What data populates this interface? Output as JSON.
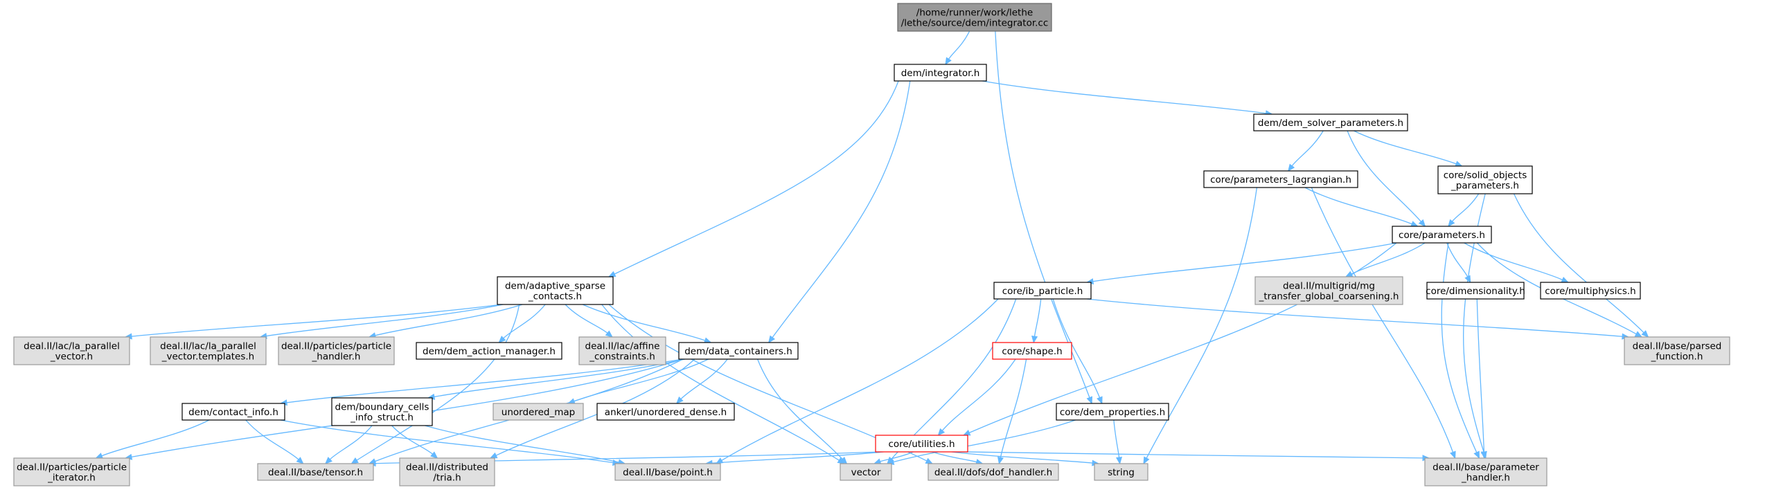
{
  "colors": {
    "edge": "#63b8ff",
    "root_fill": "#999999",
    "root_border": "#666666",
    "documented_fill": "#ffffff",
    "documented_border": "#000000",
    "external_fill": "#e0e0e0",
    "external_border": "#999999",
    "incomplete_border": "#ff0000"
  },
  "nodes": [
    {
      "id": "integrator_cc",
      "kind": "root",
      "lines": [
        "/home/runner/work/lethe",
        "/lethe/source/dem/integrator.cc"
      ]
    },
    {
      "id": "integrator_h",
      "kind": "documented",
      "lines": [
        "dem/integrator.h"
      ]
    },
    {
      "id": "dem_solver_parameters",
      "kind": "documented",
      "lines": [
        "dem/dem_solver_parameters.h"
      ]
    },
    {
      "id": "parameters_lagrangian",
      "kind": "documented",
      "lines": [
        "core/parameters_lagrangian.h"
      ]
    },
    {
      "id": "solid_objects_parameters",
      "kind": "documented",
      "lines": [
        "core/solid_objects",
        "_parameters.h"
      ]
    },
    {
      "id": "parameters",
      "kind": "documented",
      "lines": [
        "core/parameters.h"
      ]
    },
    {
      "id": "adaptive_sparse_contacts",
      "kind": "documented",
      "lines": [
        "dem/adaptive_sparse",
        "_contacts.h"
      ]
    },
    {
      "id": "ib_particle",
      "kind": "documented",
      "lines": [
        "core/ib_particle.h"
      ]
    },
    {
      "id": "mg_transfer",
      "kind": "external",
      "lines": [
        "deal.II/multigrid/mg",
        "_transfer_global_coarsening.h"
      ]
    },
    {
      "id": "dimensionality",
      "kind": "documented",
      "lines": [
        "core/dimensionality.h"
      ]
    },
    {
      "id": "multiphysics",
      "kind": "documented",
      "lines": [
        "core/multiphysics.h"
      ]
    },
    {
      "id": "la_parallel_vector",
      "kind": "external",
      "lines": [
        "deal.II/lac/la_parallel",
        "_vector.h"
      ]
    },
    {
      "id": "la_parallel_vector_templates",
      "kind": "external",
      "lines": [
        "deal.II/lac/la_parallel",
        "_vector.templates.h"
      ]
    },
    {
      "id": "particle_handler",
      "kind": "external",
      "lines": [
        "deal.II/particles/particle",
        "_handler.h"
      ]
    },
    {
      "id": "dem_action_manager",
      "kind": "documented",
      "lines": [
        "dem/dem_action_manager.h"
      ]
    },
    {
      "id": "affine_constraints",
      "kind": "external",
      "lines": [
        "deal.II/lac/affine",
        "_constraints.h"
      ]
    },
    {
      "id": "data_containers",
      "kind": "documented",
      "lines": [
        "dem/data_containers.h"
      ]
    },
    {
      "id": "shape",
      "kind": "incomplete",
      "lines": [
        "core/shape.h"
      ]
    },
    {
      "id": "parsed_function",
      "kind": "external",
      "lines": [
        "deal.II/base/parsed",
        "_function.h"
      ]
    },
    {
      "id": "contact_info",
      "kind": "documented",
      "lines": [
        "dem/contact_info.h"
      ]
    },
    {
      "id": "boundary_cells_info_struct",
      "kind": "documented",
      "lines": [
        "dem/boundary_cells",
        "_info_struct.h"
      ]
    },
    {
      "id": "unordered_map",
      "kind": "external",
      "lines": [
        "unordered_map"
      ]
    },
    {
      "id": "unordered_dense",
      "kind": "documented",
      "lines": [
        "ankerl/unordered_dense.h"
      ]
    },
    {
      "id": "utilities",
      "kind": "incomplete",
      "lines": [
        "core/utilities.h"
      ]
    },
    {
      "id": "dem_properties",
      "kind": "documented",
      "lines": [
        "core/dem_properties.h"
      ]
    },
    {
      "id": "particle_iterator",
      "kind": "external",
      "lines": [
        "deal.II/particles/particle",
        "_iterator.h"
      ]
    },
    {
      "id": "tensor",
      "kind": "external",
      "lines": [
        "deal.II/base/tensor.h"
      ]
    },
    {
      "id": "distributed_tria",
      "kind": "external",
      "lines": [
        "deal.II/distributed",
        "/tria.h"
      ]
    },
    {
      "id": "point",
      "kind": "external",
      "lines": [
        "deal.II/base/point.h"
      ]
    },
    {
      "id": "vector",
      "kind": "external",
      "lines": [
        "vector"
      ]
    },
    {
      "id": "dof_handler",
      "kind": "external",
      "lines": [
        "deal.II/dofs/dof_handler.h"
      ]
    },
    {
      "id": "string",
      "kind": "external",
      "lines": [
        "string"
      ]
    },
    {
      "id": "parameter_handler",
      "kind": "external",
      "lines": [
        "deal.II/base/parameter",
        "_handler.h"
      ]
    }
  ],
  "edges": [
    [
      "integrator_cc",
      "integrator_h"
    ],
    [
      "integrator_cc",
      "dem_properties"
    ],
    [
      "integrator_h",
      "dem_solver_parameters"
    ],
    [
      "integrator_h",
      "adaptive_sparse_contacts"
    ],
    [
      "integrator_h",
      "data_containers"
    ],
    [
      "dem_solver_parameters",
      "parameters_lagrangian"
    ],
    [
      "dem_solver_parameters",
      "solid_objects_parameters"
    ],
    [
      "dem_solver_parameters",
      "parameters"
    ],
    [
      "parameters_lagrangian",
      "parameters"
    ],
    [
      "parameters_lagrangian",
      "string"
    ],
    [
      "parameters_lagrangian",
      "parameter_handler"
    ],
    [
      "solid_objects_parameters",
      "parameters"
    ],
    [
      "solid_objects_parameters",
      "parsed_function"
    ],
    [
      "solid_objects_parameters",
      "parameter_handler"
    ],
    [
      "parameters",
      "ib_particle"
    ],
    [
      "parameters",
      "mg_transfer"
    ],
    [
      "parameters",
      "dimensionality"
    ],
    [
      "parameters",
      "multiphysics"
    ],
    [
      "parameters",
      "parsed_function"
    ],
    [
      "parameters",
      "parameter_handler"
    ],
    [
      "parameters",
      "utilities"
    ],
    [
      "dimensionality",
      "parameter_handler"
    ],
    [
      "adaptive_sparse_contacts",
      "la_parallel_vector"
    ],
    [
      "adaptive_sparse_contacts",
      "la_parallel_vector_templates"
    ],
    [
      "adaptive_sparse_contacts",
      "particle_handler"
    ],
    [
      "adaptive_sparse_contacts",
      "dem_action_manager"
    ],
    [
      "adaptive_sparse_contacts",
      "affine_constraints"
    ],
    [
      "adaptive_sparse_contacts",
      "data_containers"
    ],
    [
      "adaptive_sparse_contacts",
      "tensor"
    ],
    [
      "adaptive_sparse_contacts",
      "vector"
    ],
    [
      "adaptive_sparse_contacts",
      "dof_handler"
    ],
    [
      "ib_particle",
      "shape"
    ],
    [
      "ib_particle",
      "dem_properties"
    ],
    [
      "ib_particle",
      "parsed_function"
    ],
    [
      "ib_particle",
      "point"
    ],
    [
      "ib_particle",
      "vector"
    ],
    [
      "shape",
      "utilities"
    ],
    [
      "shape",
      "dof_handler"
    ],
    [
      "data_containers",
      "contact_info"
    ],
    [
      "data_containers",
      "boundary_cells_info_struct"
    ],
    [
      "data_containers",
      "unordered_map"
    ],
    [
      "data_containers",
      "unordered_dense"
    ],
    [
      "data_containers",
      "particle_iterator"
    ],
    [
      "data_containers",
      "tensor"
    ],
    [
      "data_containers",
      "distributed_tria"
    ],
    [
      "data_containers",
      "vector"
    ],
    [
      "contact_info",
      "particle_iterator"
    ],
    [
      "contact_info",
      "tensor"
    ],
    [
      "contact_info",
      "point"
    ],
    [
      "boundary_cells_info_struct",
      "tensor"
    ],
    [
      "boundary_cells_info_struct",
      "distributed_tria"
    ],
    [
      "boundary_cells_info_struct",
      "point"
    ],
    [
      "utilities",
      "tensor"
    ],
    [
      "utilities",
      "point"
    ],
    [
      "utilities",
      "vector"
    ],
    [
      "utilities",
      "dof_handler"
    ],
    [
      "utilities",
      "string"
    ],
    [
      "utilities",
      "parameter_handler"
    ],
    [
      "dem_properties",
      "vector"
    ],
    [
      "dem_properties",
      "string"
    ]
  ]
}
